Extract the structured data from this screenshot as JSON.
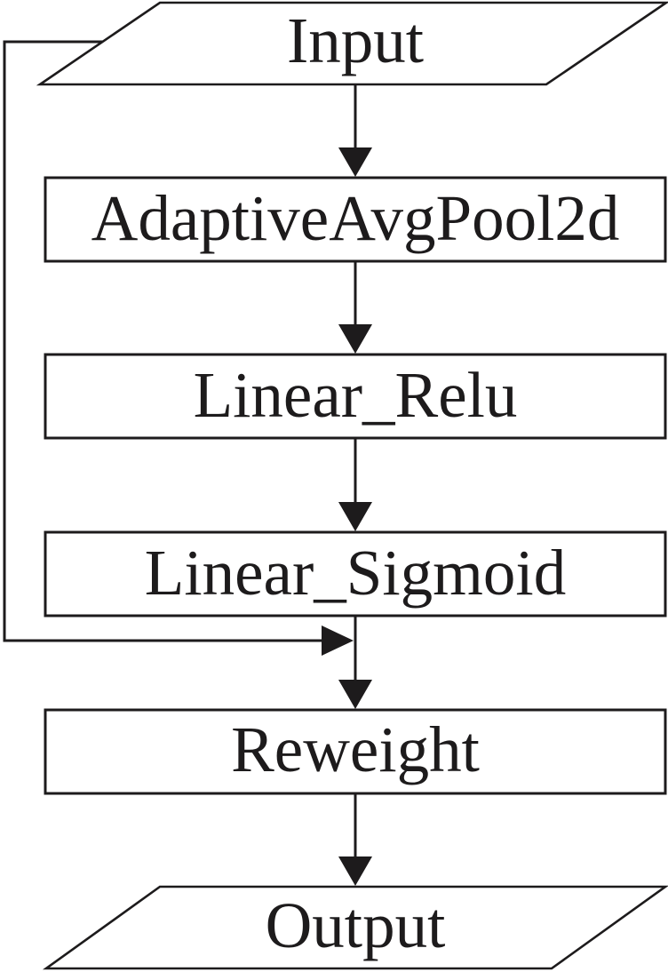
{
  "diagram": {
    "type": "flowchart",
    "background_color": "#ffffff",
    "stroke_color": "#1d1b1c",
    "text_color": "#1d1b1c",
    "nodes": [
      {
        "id": "input",
        "type": "io-parallelogram",
        "label": "Input"
      },
      {
        "id": "adaptiveavgpool2d",
        "type": "process-box",
        "label": "AdaptiveAvgPool2d"
      },
      {
        "id": "linear_relu",
        "type": "process-box",
        "label": "Linear_Relu"
      },
      {
        "id": "linear_sigmoid",
        "type": "process-box",
        "label": "Linear_Sigmoid"
      },
      {
        "id": "reweight",
        "type": "process-box",
        "label": "Reweight"
      },
      {
        "id": "output",
        "type": "io-parallelogram",
        "label": "Output"
      }
    ],
    "edges": [
      {
        "from": "input",
        "to": "adaptiveavgpool2d",
        "style": "arrow-down"
      },
      {
        "from": "adaptiveavgpool2d",
        "to": "linear_relu",
        "style": "arrow-down"
      },
      {
        "from": "linear_relu",
        "to": "linear_sigmoid",
        "style": "arrow-down"
      },
      {
        "from": "linear_sigmoid",
        "to": "reweight",
        "style": "arrow-down"
      },
      {
        "from": "reweight",
        "to": "output",
        "style": "arrow-down"
      },
      {
        "from": "input",
        "to": "linear_sigmoid-reweight-junction",
        "style": "skip-connection-left"
      }
    ]
  }
}
